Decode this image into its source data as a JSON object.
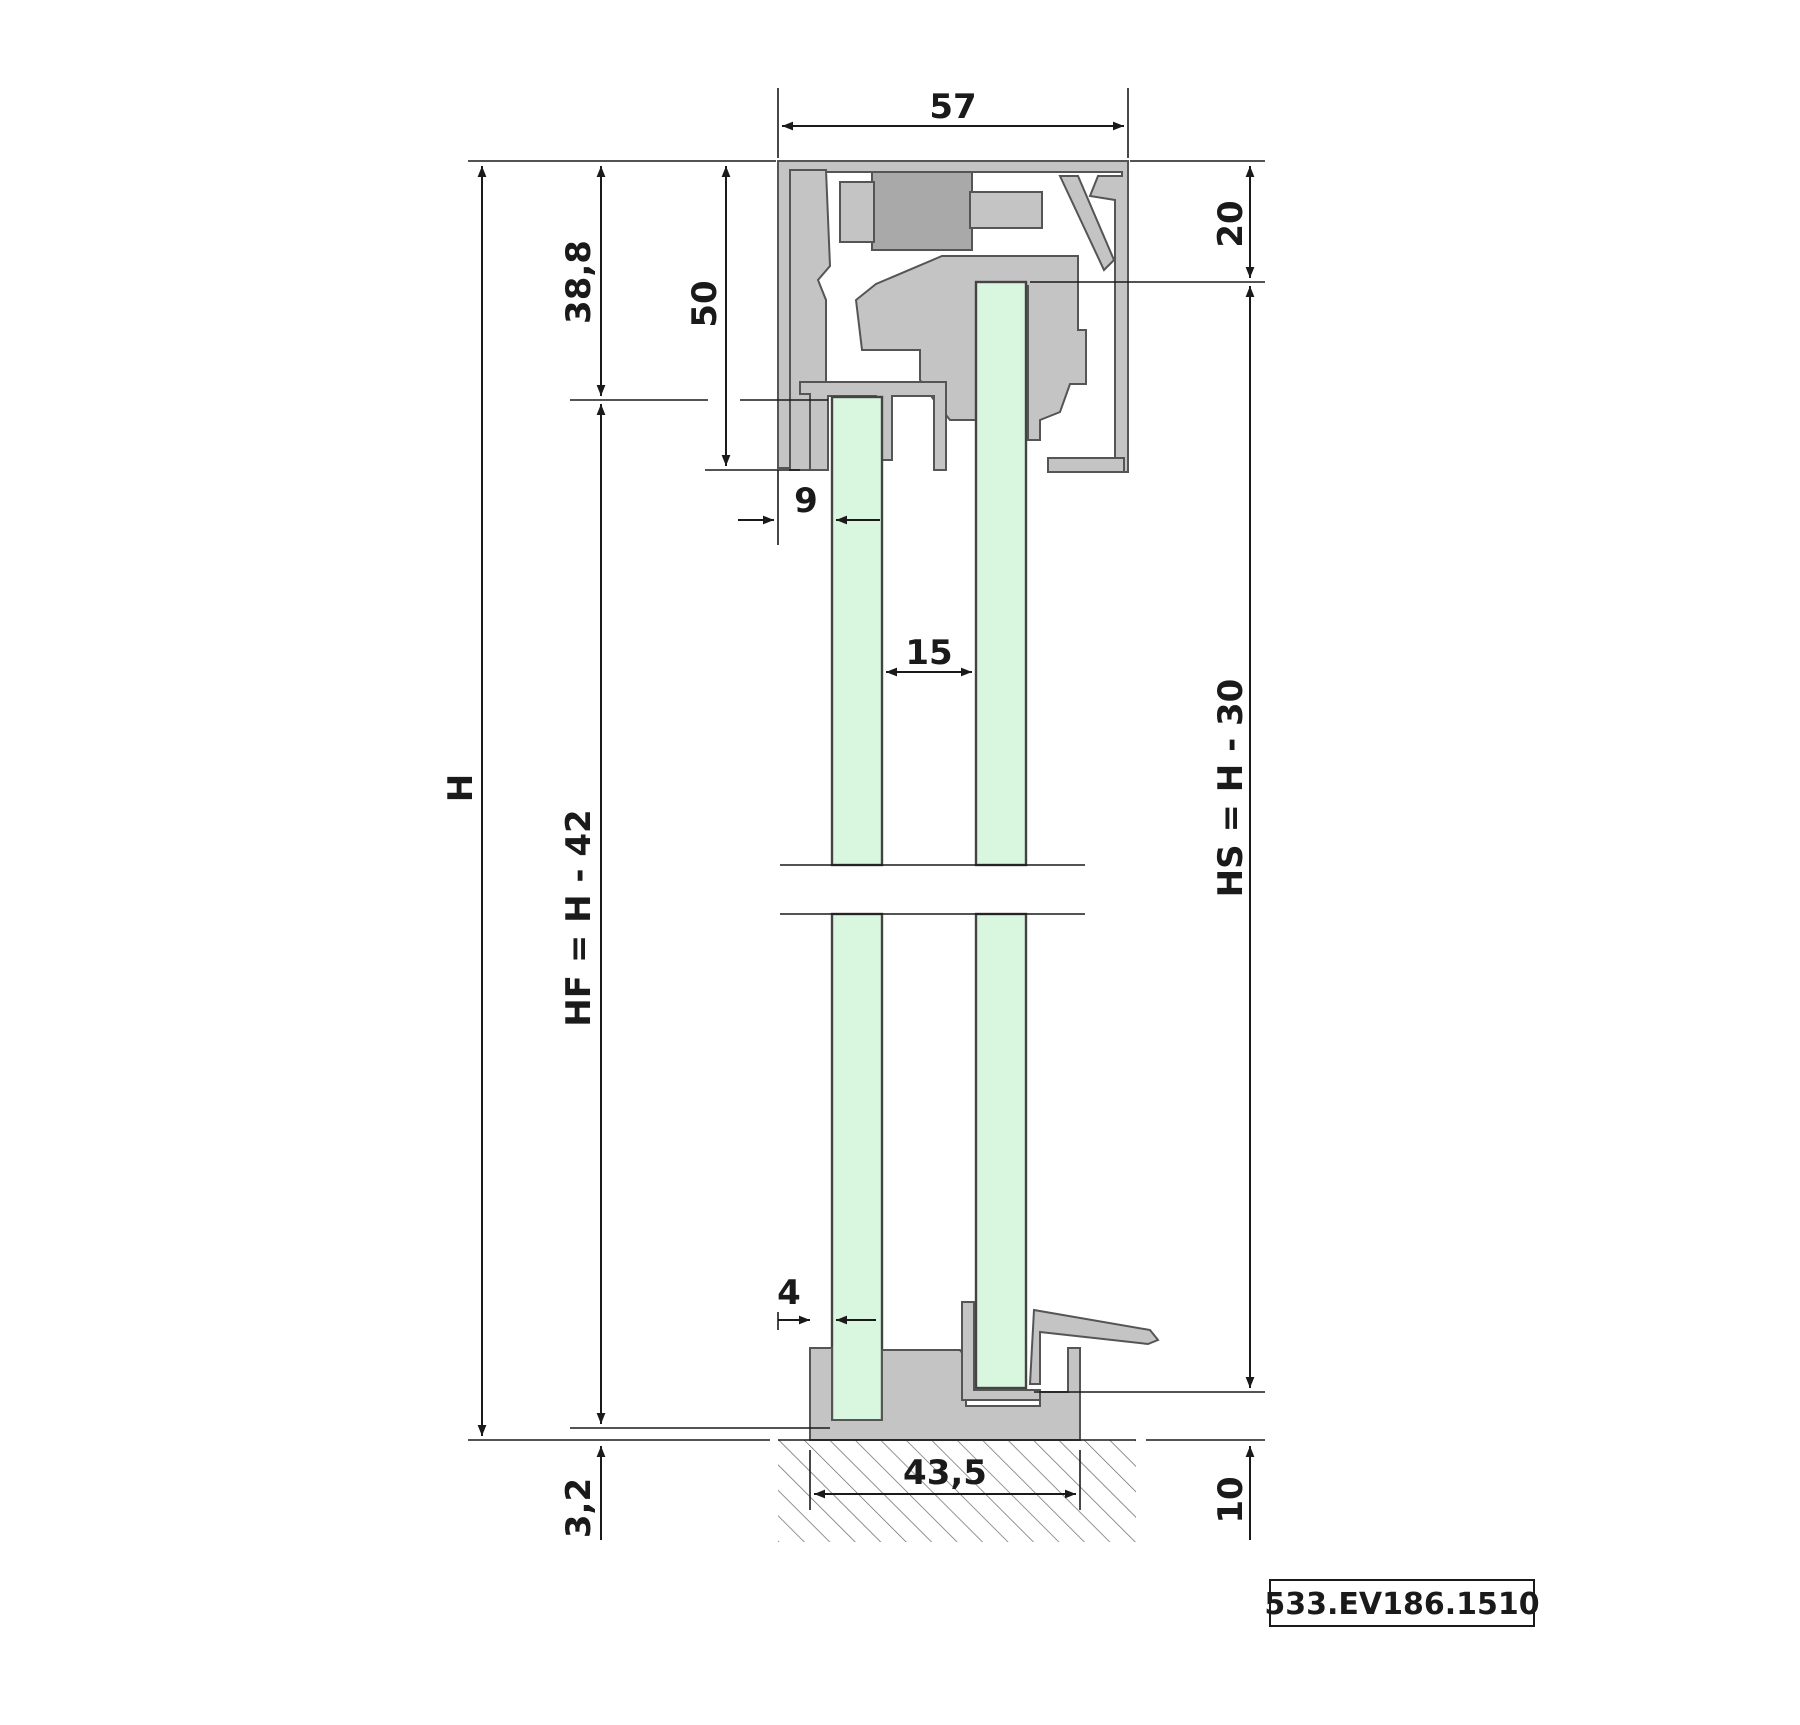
{
  "colors": {
    "glass": "#d9f7de",
    "metal": "#c4c4c4",
    "metal_dark": "#a9a9a9",
    "line": "#1a1a1a"
  },
  "dimensions": {
    "top_width": "57",
    "height_h": "H",
    "upper_offset": "38,8",
    "track_depth": "50",
    "clearance_top": "20",
    "hs_formula": "HS = H - 30",
    "hf_formula": "HF = H - 42",
    "offset_9": "9",
    "gap_15": "15",
    "offset_4": "4",
    "floor_width": "43,5",
    "floor_left": "3,2",
    "floor_right": "10"
  },
  "part_code": "533.EV186.1510"
}
